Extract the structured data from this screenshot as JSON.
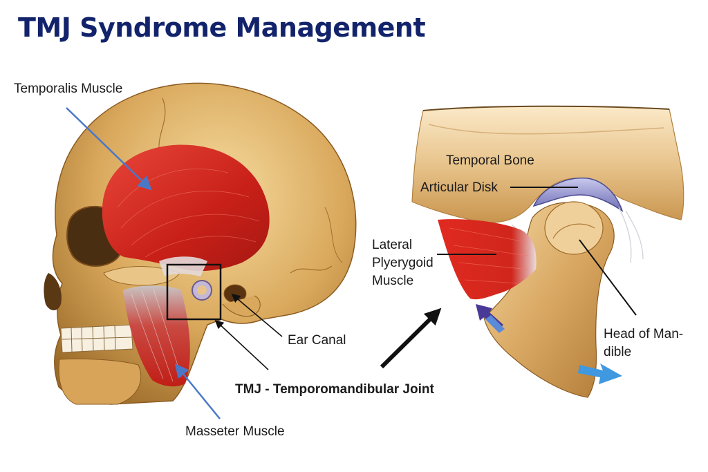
{
  "title": "TMJ Syndrome Management",
  "labels": {
    "temporalis": "Temporalis Muscle",
    "masseter": "Masseter Muscle",
    "ear_canal": "Ear Canal",
    "tmj": "TMJ - Temporomandibular Joint",
    "temporal_bone": "Temporal Bone",
    "articular_disk": "Articular Disk",
    "lateral_pterygoid_1": "Lateral",
    "lateral_pterygoid_2": "Plyerygoid",
    "lateral_pterygoid_3": "Muscle",
    "head_mandible_1": "Head of Man-",
    "head_mandible_2": "dible"
  },
  "colors": {
    "title": "#12236b",
    "bone": "#d9a85c",
    "muscle": "#d32a22",
    "disk": "#8f8fc8",
    "pointer_blue": "#4a78c8",
    "arrow_purple": "#4a3a98",
    "arrow_light_blue": "#3f98e0"
  }
}
